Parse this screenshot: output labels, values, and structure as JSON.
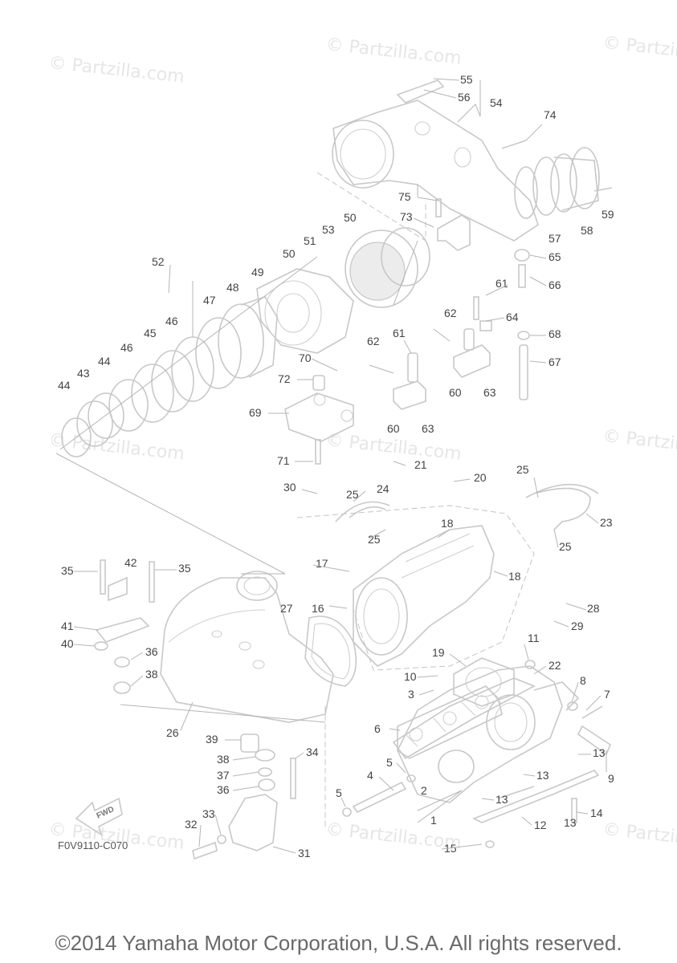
{
  "watermark": "© Partzilla.com",
  "diagram_code": "F0V9110-C070",
  "fwd_label": "FWD",
  "copyright": "©2014 Yamaha Motor Corporation, U.S.A. All rights reserved.",
  "callouts": [
    "1",
    "2",
    "3",
    "4",
    "5",
    "5",
    "6",
    "7",
    "8",
    "9",
    "10",
    "11",
    "12",
    "13",
    "13",
    "13",
    "13",
    "14",
    "15",
    "16",
    "17",
    "18",
    "18",
    "19",
    "20",
    "21",
    "22",
    "23",
    "24",
    "25",
    "25",
    "25",
    "25",
    "26",
    "27",
    "28",
    "29",
    "30",
    "31",
    "32",
    "33",
    "34",
    "35",
    "35",
    "36",
    "36",
    "37",
    "38",
    "38",
    "39",
    "40",
    "41",
    "42",
    "43",
    "44",
    "44",
    "45",
    "46",
    "46",
    "47",
    "48",
    "49",
    "50",
    "50",
    "51",
    "52",
    "53",
    "54",
    "55",
    "56",
    "57",
    "58",
    "59",
    "60",
    "60",
    "61",
    "61",
    "62",
    "62",
    "63",
    "63",
    "64",
    "65",
    "66",
    "67",
    "68",
    "69",
    "70",
    "71",
    "72",
    "73",
    "74",
    "75"
  ]
}
